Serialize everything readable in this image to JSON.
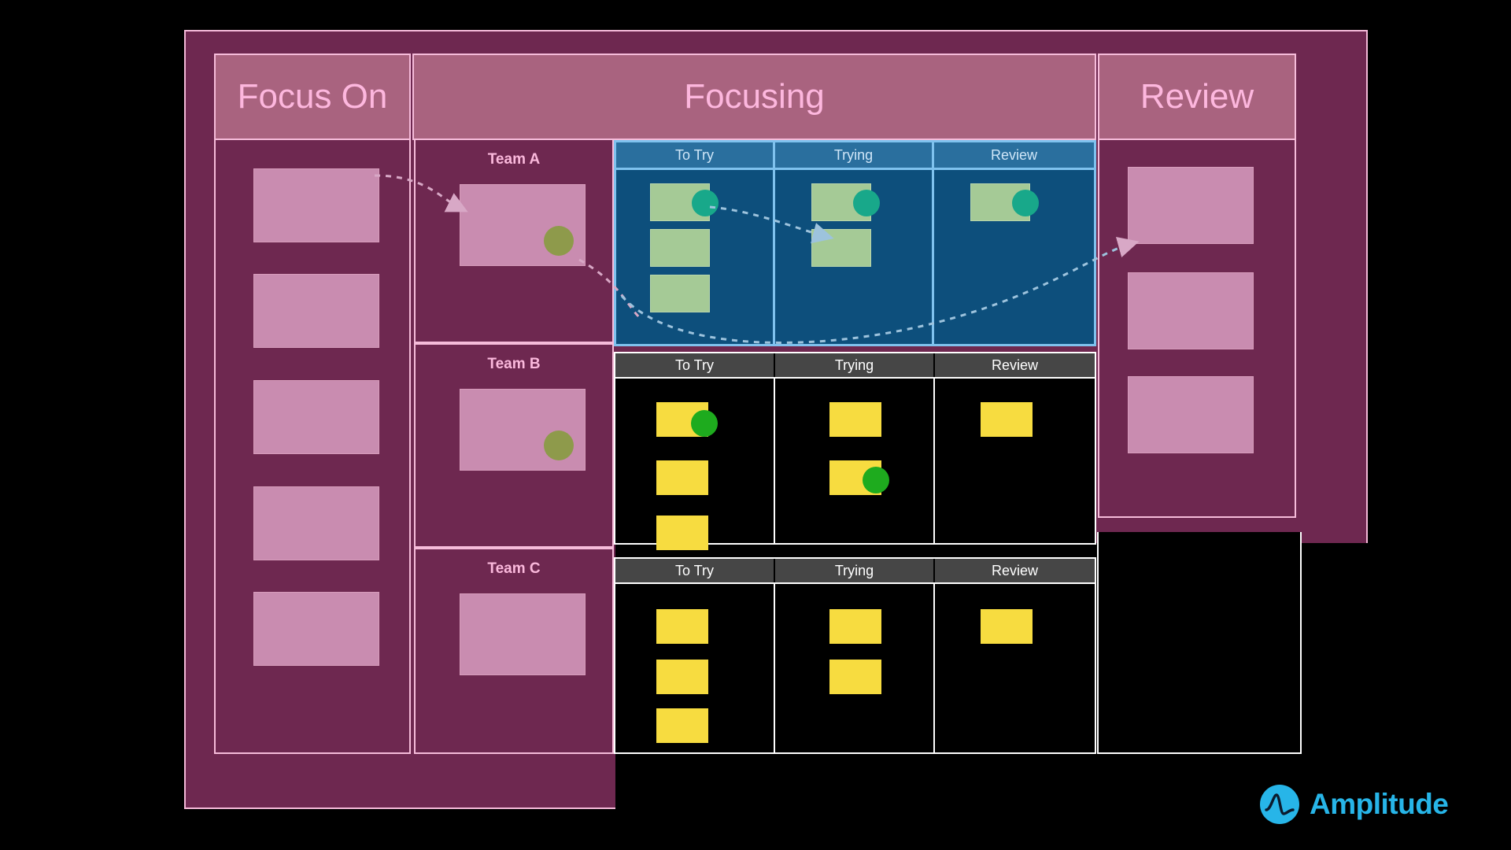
{
  "board": {
    "title_row": [
      {
        "id": "focus-on",
        "label": "Focus On"
      },
      {
        "id": "focusing",
        "label": "Focusing"
      },
      {
        "id": "review",
        "label": "Review"
      }
    ],
    "focus_on": {
      "label": "Focus On",
      "cards": [
        {
          "id": "fo-1"
        },
        {
          "id": "fo-2"
        },
        {
          "id": "fo-3"
        },
        {
          "id": "fo-4"
        },
        {
          "id": "fo-5"
        }
      ]
    },
    "teams": [
      {
        "id": "team-a",
        "label": "Team A",
        "has_card": true,
        "has_dot": true
      },
      {
        "id": "team-b",
        "label": "Team B",
        "has_card": true,
        "has_dot": true
      },
      {
        "id": "team-c",
        "label": "Team C",
        "has_card": true,
        "has_dot": false
      }
    ],
    "kanbans": [
      {
        "id": "kanban-team-a",
        "theme": "blue",
        "columns": [
          {
            "id": "to-try",
            "label": "To Try",
            "cards": 3,
            "dot_on_card": 1
          },
          {
            "id": "trying",
            "label": "Trying",
            "cards": 2,
            "dot_on_card": 1
          },
          {
            "id": "review",
            "label": "Review",
            "cards": 1,
            "dot_on_card": 1
          }
        ]
      },
      {
        "id": "kanban-team-b",
        "theme": "dark",
        "columns": [
          {
            "id": "to-try",
            "label": "To Try",
            "cards": 3,
            "dot_on_card": 1
          },
          {
            "id": "trying",
            "label": "Trying",
            "cards": 2,
            "dot_on_card": 2
          },
          {
            "id": "review",
            "label": "Review",
            "cards": 1,
            "dot_on_card": 0
          }
        ]
      },
      {
        "id": "kanban-team-c",
        "theme": "dark",
        "columns": [
          {
            "id": "to-try",
            "label": "To Try",
            "cards": 3,
            "dot_on_card": 0
          },
          {
            "id": "trying",
            "label": "Trying",
            "cards": 2,
            "dot_on_card": 0
          },
          {
            "id": "review",
            "label": "Review",
            "cards": 1,
            "dot_on_card": 0
          }
        ]
      }
    ],
    "review": {
      "label": "Review",
      "cards": [
        {
          "id": "rv-1"
        },
        {
          "id": "rv-2"
        },
        {
          "id": "rv-3"
        }
      ]
    }
  },
  "brand": {
    "name": "Amplitude",
    "logo_icon": "amplitude-mark"
  },
  "colors": {
    "background": "#000000",
    "slab_purple": "#6e2850",
    "header_purple": "#a9637f",
    "border_pink": "#f6bcda",
    "text_pink": "#fdb7de",
    "card_pink": "#c98cb0",
    "kanban_blue_body": "#0d4f7c",
    "kanban_blue_head": "#2a6f9e",
    "kanban_blue_border": "#7fc2ee",
    "kanban_dark_head": "#464646",
    "kanban_dark_body": "#000000",
    "card_green": "#a5ca96",
    "card_yellow": "#f7dc40",
    "dot_teal": "#18a88a",
    "dot_green": "#1eab1e",
    "dot_olive": "#8e9a4b",
    "brand_cyan": "#27b5e8",
    "connector_line": "#d8a8c6"
  }
}
